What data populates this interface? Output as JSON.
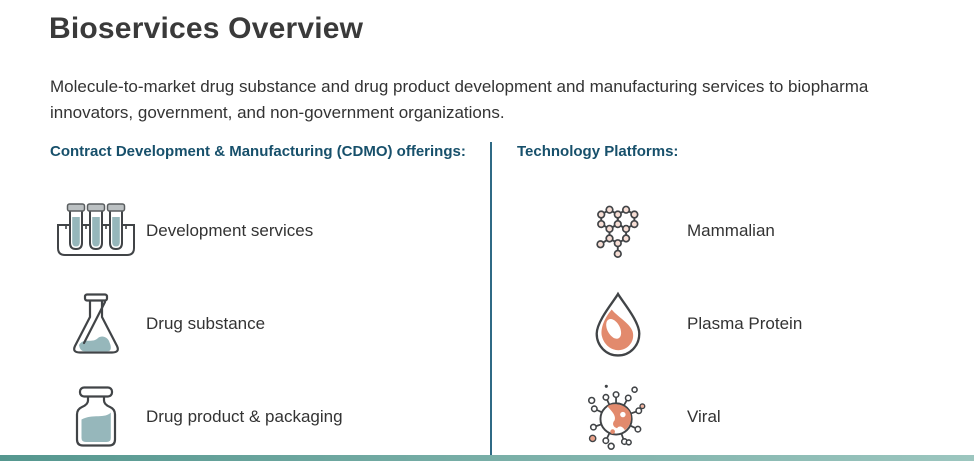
{
  "page": {
    "title": "Bioservices Overview",
    "subtitle_line1": "Molecule-to-market drug substance and drug product development and manufacturing services to biopharma",
    "subtitle_line2": "innovators, government, and non-government organizations."
  },
  "columns": {
    "cdmo": {
      "heading": "Contract Development & Manufacturing (CDMO) offerings:",
      "items": [
        {
          "icon": "test-tubes-icon",
          "label": "Development services"
        },
        {
          "icon": "erlenmeyer-flask-icon",
          "label": "Drug substance"
        },
        {
          "icon": "medicine-bottle-icon",
          "label": "Drug product & packaging"
        }
      ]
    },
    "technology": {
      "heading": "Technology Platforms:",
      "items": [
        {
          "icon": "molecule-icon",
          "label": "Mammalian"
        },
        {
          "icon": "blood-drop-icon",
          "label": "Plasma Protein"
        },
        {
          "icon": "virus-icon",
          "label": "Viral"
        }
      ]
    }
  },
  "colors": {
    "title_text": "#3a3a3a",
    "body_text": "#333333",
    "heading_blue": "#17506b",
    "divider": "#2f6a85",
    "icon_outline": "#414447",
    "icon_teal": "#96b7bb",
    "icon_salmon": "#e28a6d",
    "atom_pink": "#f7ded5",
    "footer_teal_left": "#55978f",
    "footer_teal_right": "#9cc6bf"
  }
}
